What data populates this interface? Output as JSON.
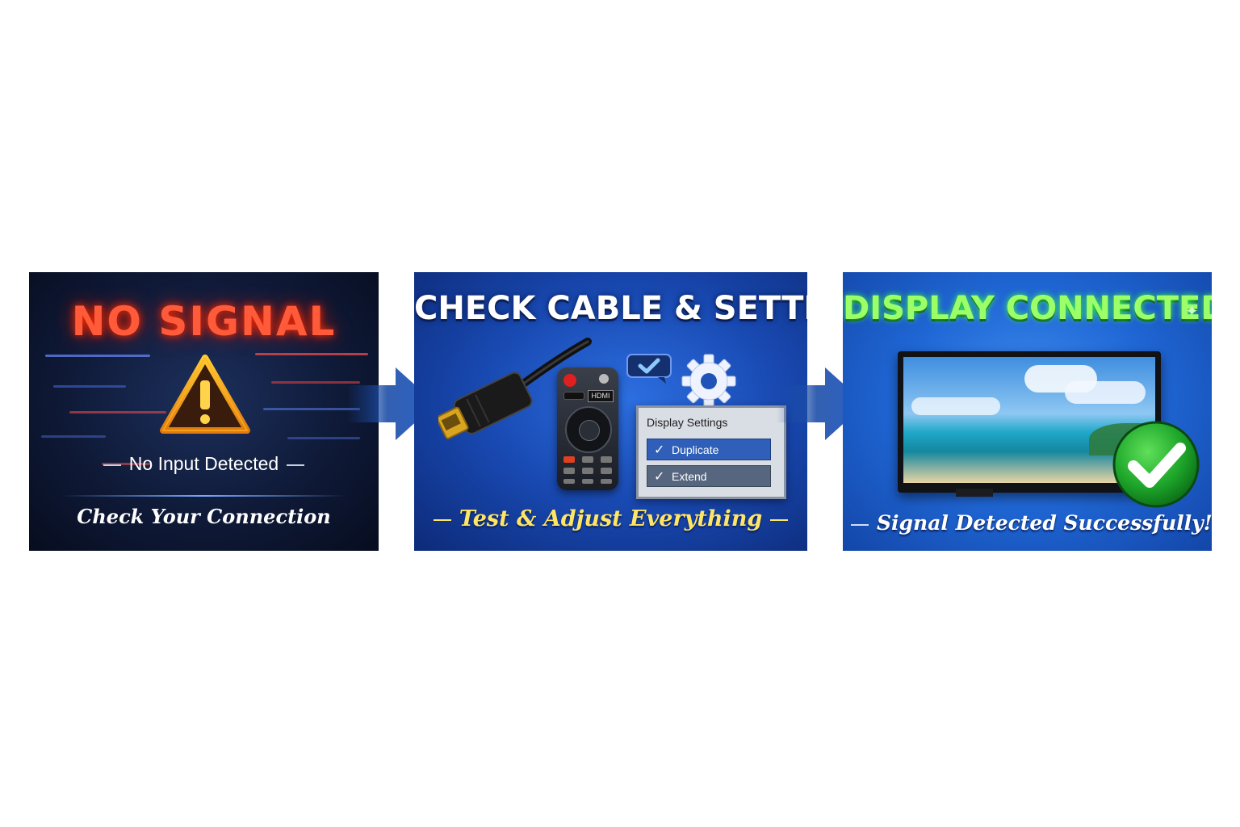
{
  "panels": [
    {
      "title": "NO SIGNAL",
      "subtitle": "No Input Detected",
      "caption": "Check Your Connection",
      "icon": "warning-icon",
      "colors": {
        "title": "#ff5a3a",
        "background": "#0f1a38"
      }
    },
    {
      "title": "CHECK CABLE & SETTINGS",
      "caption": "Test & Adjust Everything",
      "remote_label": "HDMI",
      "settings": {
        "title": "Display Settings",
        "options": [
          "Duplicate",
          "Extend"
        ]
      },
      "icons": [
        "hdmi-cable-icon",
        "remote-control-icon",
        "gear-icon",
        "chat-check-icon"
      ],
      "colors": {
        "caption": "#ffe566",
        "background": "#1848b0"
      }
    },
    {
      "title": "DISPLAY CONNECTED!",
      "caption": "Signal Detected Successfully!",
      "icons": [
        "tv-icon",
        "check-circle-icon"
      ],
      "colors": {
        "title": "#9cff6a",
        "background": "#1f66d4"
      }
    }
  ],
  "arrow_color": "#1d4ea8"
}
